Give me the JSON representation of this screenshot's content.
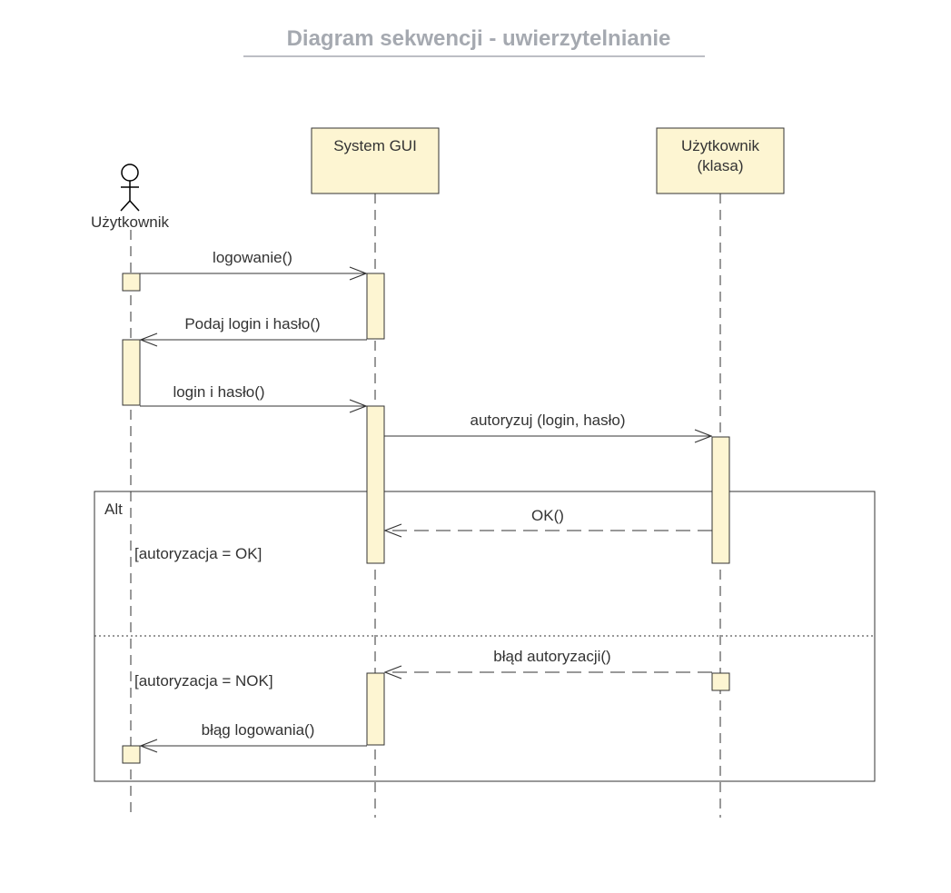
{
  "title": "Diagram sekwencji - uwierzytelnianie",
  "colors": {
    "activation_fill": "#fdf5d2",
    "line": "#333333",
    "title": "#a5a9b0"
  },
  "actor": {
    "label": "Użytkownik"
  },
  "participants": [
    {
      "label_lines": [
        "System GUI"
      ]
    },
    {
      "label_lines": [
        "Użytkownik",
        "(klasa)"
      ]
    }
  ],
  "messages": [
    {
      "label": "logowanie()"
    },
    {
      "label": "Podaj login i hasło()"
    },
    {
      "label": "login i hasło()"
    },
    {
      "label": "autoryzuj (login, hasło)"
    },
    {
      "label": "OK()"
    },
    {
      "label": "błąd autoryzacji()"
    },
    {
      "label": "błąg logowania()"
    }
  ],
  "fragment": {
    "operator": "Alt",
    "guards": [
      "[autoryzacja = OK]",
      "[autoryzacja = NOK]"
    ]
  }
}
